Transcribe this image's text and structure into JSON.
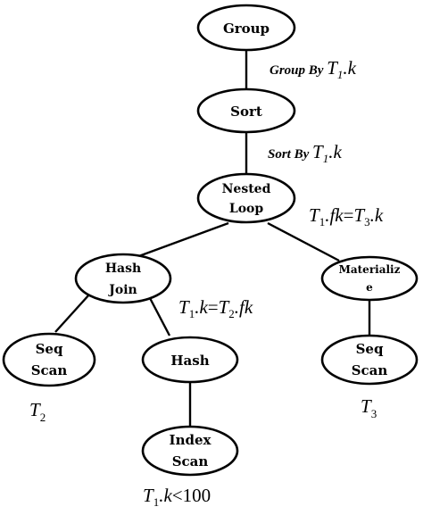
{
  "nodes": {
    "group": [
      "Group"
    ],
    "sort": [
      "Sort"
    ],
    "nested_loop": [
      "Nested",
      "Loop"
    ],
    "hash_join": [
      "Hash",
      "Join"
    ],
    "materialize": [
      "Materializ",
      "e"
    ],
    "seq_scan_left": [
      "Seq",
      "Scan"
    ],
    "hash": [
      "Hash"
    ],
    "seq_scan_right": [
      "Seq",
      "Scan"
    ],
    "index_scan": [
      "Index",
      "Scan"
    ]
  },
  "annotations": {
    "group_by": {
      "prefix": "Group By ",
      "var": "T",
      "sub": "1",
      "rest": ".k"
    },
    "sort_by": {
      "prefix": "Sort By ",
      "var": "T",
      "sub": "1",
      "rest": ".k"
    },
    "nested_cond": {
      "a": "T",
      "a_sub": "1",
      "a_rest": ".fk",
      "op": "=",
      "b": "T",
      "b_sub": "3",
      "b_rest": ".k"
    },
    "hash_cond": {
      "a": "T",
      "a_sub": "1",
      "a_rest": ".k",
      "op": "=",
      "b": "T",
      "b_sub": "2",
      "b_rest": ".fk"
    },
    "index_cond": {
      "a": "T",
      "a_sub": "1",
      "a_rest": ".k",
      "op": "<",
      "num": "100"
    },
    "table_t2": {
      "var": "T",
      "sub": "2"
    },
    "table_t3": {
      "var": "T",
      "sub": "3"
    }
  }
}
